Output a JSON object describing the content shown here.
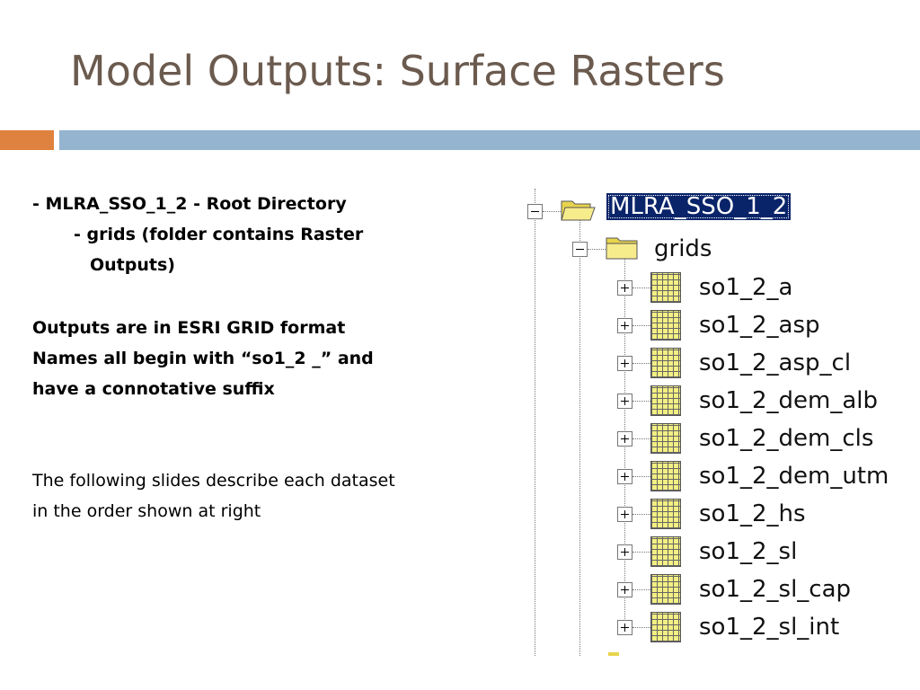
{
  "slide": {
    "title": "Model Outputs: Surface Rasters"
  },
  "left_text": {
    "line1": "- MLRA_SSO_1_2   -  Root Directory",
    "line2": "- grids (folder contains Raster",
    "line3": "Outputs)",
    "line4": "Outputs are in ESRI GRID format",
    "line5": "Names all begin with “so1_2 _” and",
    "line6": "have a connotative suffix",
    "line7": "The following slides describe each dataset",
    "line8": "in the order shown at right"
  },
  "tree": {
    "root": "MLRA_SSO_1_2",
    "folder": "grids",
    "items": [
      "so1_2_a",
      "so1_2_asp",
      "so1_2_asp_cl",
      "so1_2_dem_alb",
      "so1_2_dem_cls",
      "so1_2_dem_utm",
      "so1_2_hs",
      "so1_2_sl",
      "so1_2_sl_cap",
      "so1_2_sl_int"
    ]
  },
  "colors": {
    "title": "#6b5a4e",
    "accent_orange": "#e0823f",
    "accent_blue": "#94b4cf",
    "selection": "#0a246a",
    "grid_icon": "#f3ef82"
  },
  "icons": {
    "root": "folder-open-icon",
    "folder": "folder-icon",
    "item": "raster-grid-icon",
    "expand": "plus-box-icon",
    "collapse": "minus-box-icon"
  }
}
